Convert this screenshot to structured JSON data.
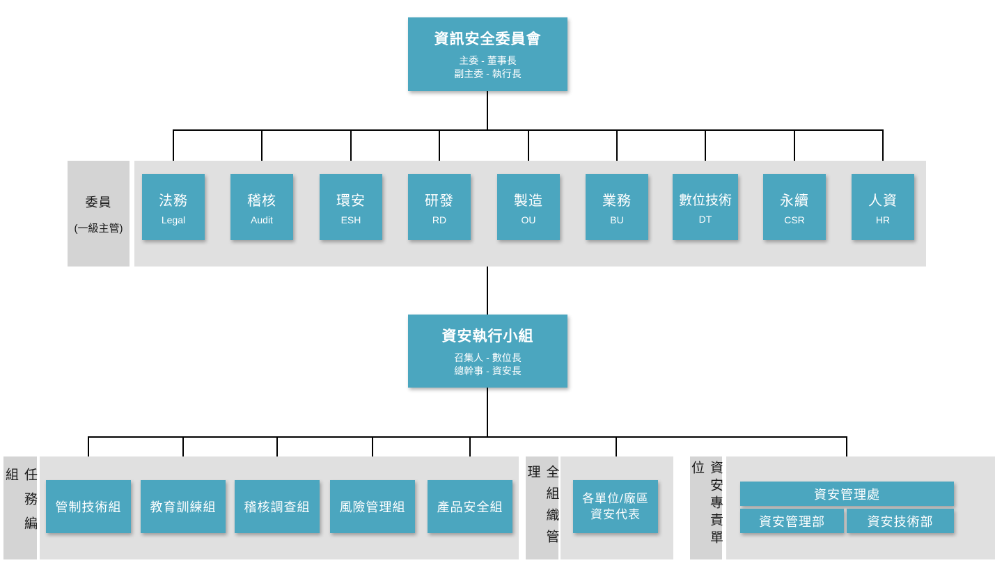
{
  "palette": {
    "box_teal": "#4BA6BF",
    "band_gray": "#E0E0E0",
    "label_gray": "#D4D4D4",
    "line_black": "#000000",
    "box_text": "#FFFFFF"
  },
  "committee": {
    "title": "資訊安全委員會",
    "line1": "主委 - 董事長",
    "line2": "副主委 - 執行長"
  },
  "committee_row": {
    "label_line1": "委員",
    "label_line2": "(一級主管)",
    "members": [
      {
        "title": "法務",
        "subtitle": "Legal"
      },
      {
        "title": "稽核",
        "subtitle": "Audit"
      },
      {
        "title": "環安",
        "subtitle": "ESH"
      },
      {
        "title": "研發",
        "subtitle": "RD"
      },
      {
        "title": "製造",
        "subtitle": "OU"
      },
      {
        "title": "業務",
        "subtitle": "BU"
      },
      {
        "title": "數位技術",
        "subtitle": "DT"
      },
      {
        "title": "永續",
        "subtitle": "CSR"
      },
      {
        "title": "人資",
        "subtitle": "HR"
      }
    ]
  },
  "exec_team": {
    "title": "資安執行小組",
    "line1": "召集人 - 數位長",
    "line2": "總幹事 - 資安長"
  },
  "task_section": {
    "label": "任務編組",
    "groups": [
      "管制技術組",
      "教育訓練組",
      "稽核調查組",
      "風險管理組",
      "產品安全組"
    ]
  },
  "org_section": {
    "label": "全組織管理",
    "box_line1": "各單位/廠區",
    "box_line2": "資安代表"
  },
  "dedicated_section": {
    "label": "資安專責單位",
    "division": "資安管理處",
    "departments": [
      "資安管理部",
      "資安技術部"
    ]
  }
}
